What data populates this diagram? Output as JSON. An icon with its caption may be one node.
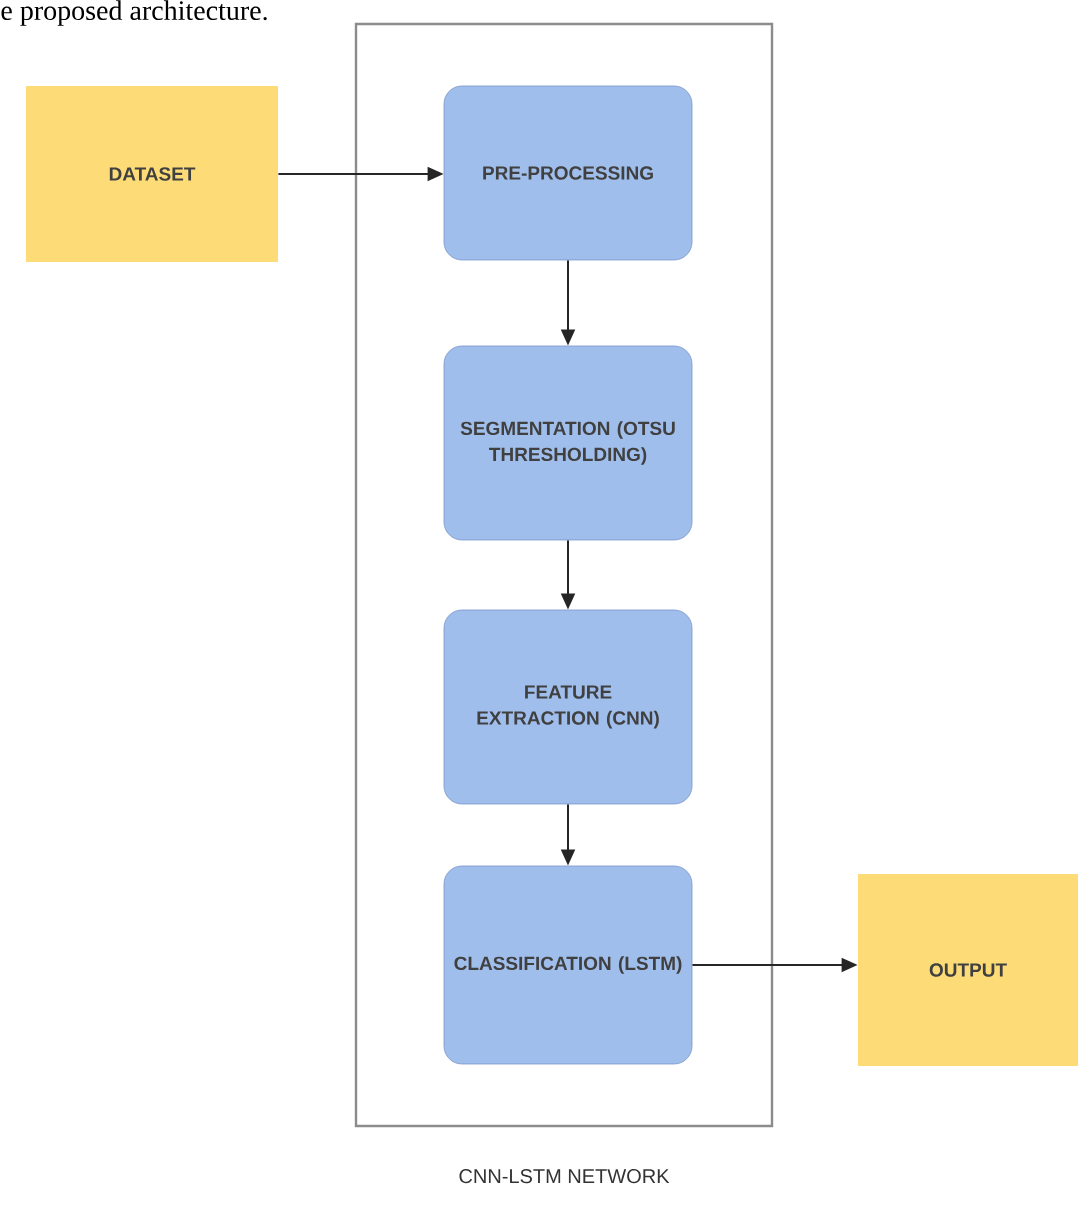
{
  "diagram": {
    "nodes": [
      {
        "text": [
          "DATASET"
        ]
      },
      {
        "text": [
          "CNN-LSTM NETWORK"
        ]
      },
      {
        "text": [
          "PRE-PROCESSING"
        ],
        "in": 1
      },
      {
        "text": [
          "SEGMENTATION (OTSU THRESHOLDING)"
        ],
        "in": 1
      },
      {
        "text": [
          "FEATURE EXTRACTION (CNN)"
        ],
        "in": 1
      },
      {
        "text": [
          "CLASSIFICATION (LSTM)"
        ],
        "in": 1
      },
      {
        "text": [
          "OUTPUT"
        ]
      }
    ],
    "edges": [
      {
        "from": 0,
        "to": 2,
        "arrow": "to"
      },
      {
        "from": 2,
        "to": 3,
        "arrow": "to"
      },
      {
        "from": 3,
        "to": 4,
        "arrow": "to"
      },
      {
        "from": 4,
        "to": 5,
        "arrow": "to"
      },
      {
        "from": 5,
        "to": 6,
        "arrow": "to"
      }
    ],
    "labels": [
      "e proposed architecture."
    ]
  }
}
